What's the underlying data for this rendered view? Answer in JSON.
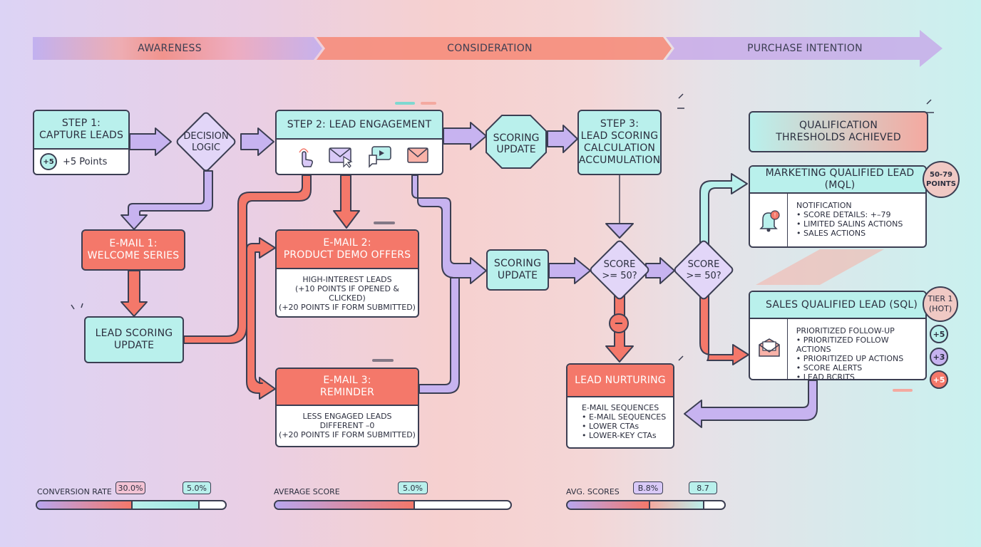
{
  "stages": [
    "AWARENESS",
    "CONSIDERATION",
    "PURCHASE INTENTION"
  ],
  "step1": {
    "title": "STEP 1:\nCAPTURE LEADS",
    "badge": "+5",
    "points": "+5 Points"
  },
  "decision": "DECISION\nLOGIC",
  "step2": {
    "title": "STEP 2: LEAD ENGAGEMENT"
  },
  "scoring_update_1": "SCORING\nUPDATE",
  "step3": {
    "title": "STEP 3:\nLEAD SCORING\nCALCULATION\nACCUMULATION"
  },
  "qualification": "QUALIFICATION\nTHRESHOLDS ACHIEVED",
  "email1": "E-MAIL 1:\nWELCOME SERIES",
  "lead_scoring_update": "LEAD SCORING\nUPDATE",
  "email2": {
    "title": "E-MAIL 2:\nPRODUCT DEMO OFFERS",
    "lines": [
      "HIGH-INTEREST LEADS",
      "(+10 POINTS IF OPENED & CLICKED)",
      "(+20 POINTS IF FORM SUBMITTED)"
    ]
  },
  "email3": {
    "title": "E-MAIL 3:\nREMINDER",
    "lines": [
      "LESS ENGAGED LEADS",
      "DIFFERENT –0",
      "(+20 POINTS IF FORM SUBMITTED)"
    ]
  },
  "scoring_update_2": "SCORING\nUPDATE",
  "score_check_1": "SCORE\n>= 50?",
  "score_check_2": "SCORE\n>= 50?",
  "minus_badge": "−",
  "nurturing": {
    "title": "LEAD NURTURING",
    "lines": [
      "E-MAIL SEQUENCES",
      "• E-MAIL SEQUENCES",
      "• LOWER CTAs",
      "• LOWER-KEY CTAs"
    ]
  },
  "mql": {
    "title": "MARKETING QUALIFIED LEAD (MQL)",
    "lines": [
      "NOTIFICATION",
      "• SCORE DETAILS: +–79",
      "• LIMITED SALINS ACTIONS",
      "• SALES ACTIONS"
    ],
    "badge": "50-79\nPOINTS"
  },
  "sql": {
    "title": "SALES QUALIFIED LEAD (SQL)",
    "lines": [
      "PRIORITIZED FOLLOW-UP",
      "• PRIORITIZED FOLLOW ACTIONS",
      "• PRIORITIZED UP ACTIONS",
      "• SCORE ALERTS",
      "• LEAD BCRITS"
    ],
    "badge": "TIER 1\n(HOT)",
    "points": [
      "+5",
      "+3",
      "+5"
    ]
  },
  "metrics": [
    {
      "label": "CONVERSION RATE",
      "tags": [
        "30.0%",
        "5.0%"
      ]
    },
    {
      "label": "AVERAGE SCORE",
      "tags": [
        "5.0%"
      ]
    },
    {
      "label": "AVG. SCORES",
      "tags": [
        "B.8%",
        "8.7"
      ]
    }
  ],
  "colors": {
    "teal": "#b9f0ec",
    "coral": "#f4786a",
    "lavender": "#c7b3f0",
    "outline": "#3b3e52"
  }
}
